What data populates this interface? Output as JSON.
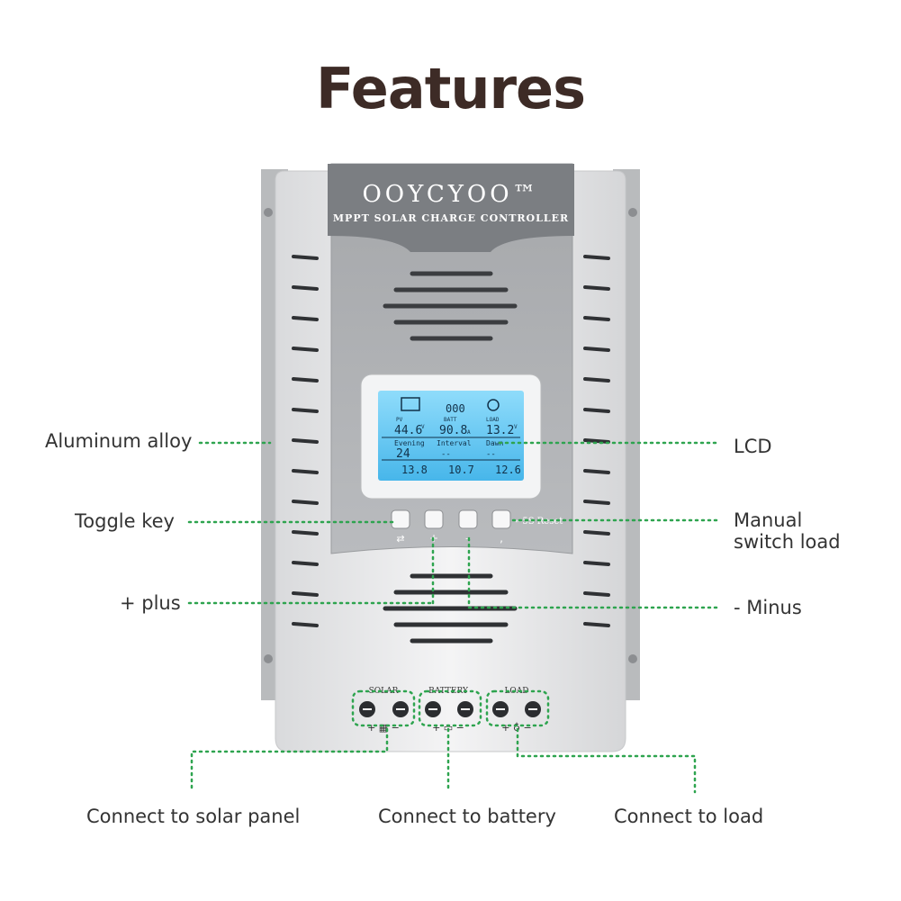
{
  "title": "Features",
  "device": {
    "brand": "OOYCYOO™",
    "subtitle": "MPPT SOLAR CHARGE CONTROLLER",
    "reset_label": "←5S Reset",
    "terminals": {
      "solar": "SOLAR",
      "battery": "BATTERY",
      "load": "LOAD"
    },
    "lcd": {
      "pv_label": "PV",
      "pv_value": "44.6",
      "pv_unit": "V",
      "batt_label": "BATT",
      "batt_value": "90.8",
      "batt_unit": "A",
      "load_label": "LOAD",
      "load_value": "13.2",
      "load_unit": "V",
      "top_mid": "000",
      "evening": "Evening",
      "interval": "Interval",
      "dawn": "Dawn",
      "evening_value": "24",
      "interval_value": "--",
      "dawn_value": "--",
      "bottom_1": "13.8",
      "bottom_2": "10.7",
      "bottom_3": "12.6"
    }
  },
  "annotations": {
    "aluminum": "Aluminum alloy",
    "toggle": "Toggle key",
    "plus": "+ plus",
    "lcd": "LCD",
    "manual": "Manual\nswitch load",
    "minus": "- Minus",
    "solar_panel": "Connect to solar panel",
    "battery": "Connect to battery",
    "load": "Connect to load"
  },
  "colors": {
    "title": "#3d2b26",
    "leader": "#2ea44f",
    "lcd": "#5bc4f0"
  }
}
